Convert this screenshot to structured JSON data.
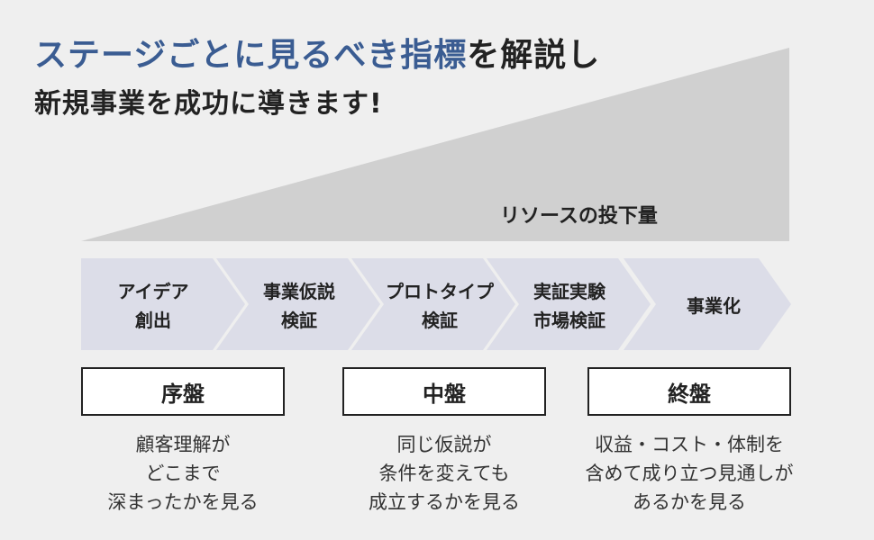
{
  "headline": {
    "part1": "ステージごとに見るべき指標",
    "part2": "を解説し",
    "line2": "新規事業を成功に導きます!"
  },
  "resource_label": "リソースの投下量",
  "stages": [
    {
      "label": "アイデア\n創出"
    },
    {
      "label": "事業仮説\n検証"
    },
    {
      "label": "プロトタイプ\n検証"
    },
    {
      "label": "実証実験\n市場検証"
    },
    {
      "label": "事業化"
    }
  ],
  "phases": [
    {
      "label": "序盤",
      "description": "顧客理解が\nどこまで\n深まったかを見る"
    },
    {
      "label": "中盤",
      "description": "同じ仮説が\n条件を変えても\n成立するかを見る"
    },
    {
      "label": "終盤",
      "description": "収益・コスト・体制を\n含めて成り立つ見通しが\nあるかを見る"
    }
  ],
  "colors": {
    "accent_blue": "#3a5c92",
    "wedge_gray": "#d0d0d0",
    "chevron_fill": "#dcdde8",
    "background": "#efefef"
  }
}
